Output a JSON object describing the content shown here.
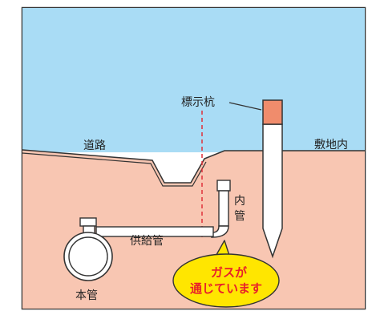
{
  "labels": {
    "marker_post": "標示杭",
    "road": "道路",
    "premises": "敷地内",
    "inner_pipe_line1": "内",
    "inner_pipe_line2": "管",
    "supply_pipe": "供給管",
    "main_pipe": "本管",
    "callout_line1": "ガスが",
    "callout_line2": "通じています"
  },
  "colors": {
    "sky": "#a9dcf5",
    "ground": "#f8c6b2",
    "outline": "#333333",
    "marker_top": "#f08c6c",
    "boundary_line": "#e0303a",
    "callout_fill": "#ffe600",
    "callout_text": "#e8202a",
    "pipe_fill": "#ffffff"
  }
}
